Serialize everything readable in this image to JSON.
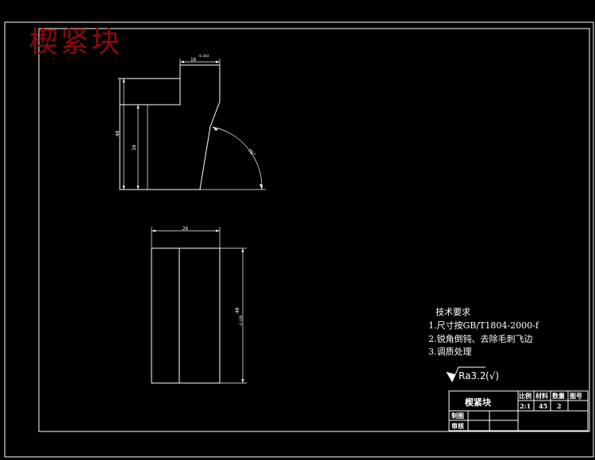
{
  "title_overlay": "楔紧块",
  "front_view": {
    "dim_top": "16",
    "dim_top_tol": "-0.043",
    "dim_height_outer": "40",
    "dim_height_inner": "30",
    "dim_angle": "70°"
  },
  "top_view": {
    "dim_width": "26",
    "dim_depth": "40",
    "dim_depth_tol": "-0.039"
  },
  "tech_requirements": {
    "heading": "技术要求",
    "items": [
      "1.尺寸按GB/T1804-2000-f",
      "2.锐角倒钝、去除毛刺飞边",
      "3.调质处理"
    ]
  },
  "surface_finish": {
    "label": "Ra3.2",
    "suffix": "(√)"
  },
  "title_block": {
    "part_name": "楔紧块",
    "headers": [
      "比例",
      "材料",
      "数量",
      "图号"
    ],
    "values": [
      "2:1",
      "45",
      "2",
      ""
    ],
    "drawn_label": "制图",
    "checked_label": "审核"
  }
}
